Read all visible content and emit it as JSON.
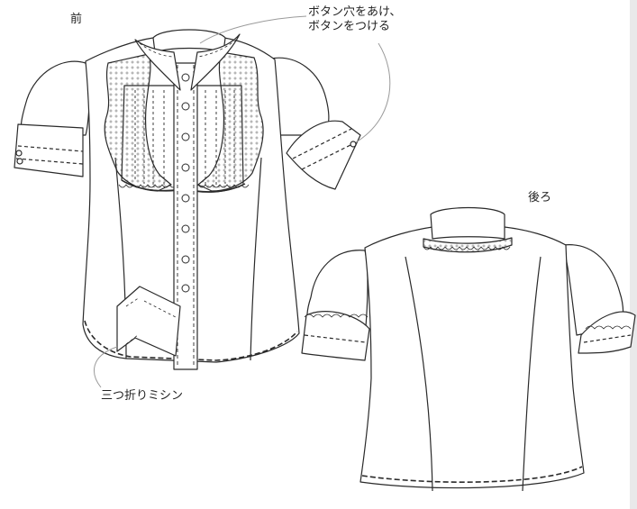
{
  "labels": {
    "front": "前",
    "back": "後ろ",
    "button_note_line1": "ボタン穴をあけ、",
    "button_note_line2": "ボタンをつける",
    "hem_note": "三つ折りミシン"
  },
  "colors": {
    "line": "#2a2a2a",
    "callout": "#9a9a9a",
    "fill": "#ffffff"
  }
}
